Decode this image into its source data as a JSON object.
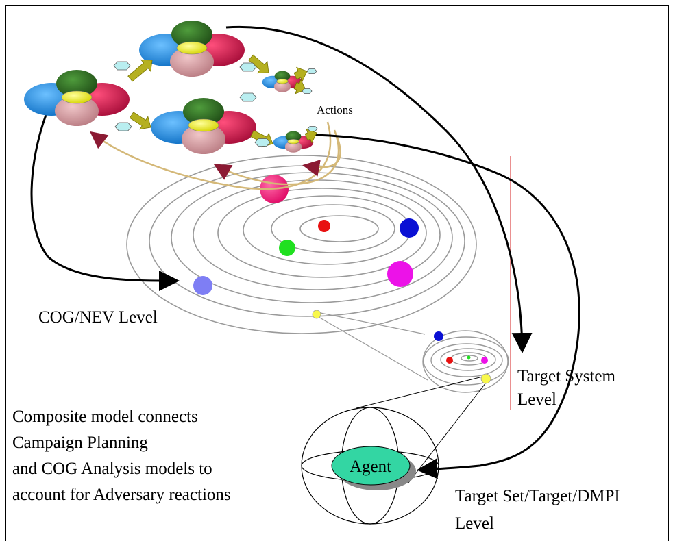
{
  "labels": {
    "actions": "Actions",
    "cog_nev_level": "COG/NEV Level",
    "target_system_level": [
      "Target System",
      "Level"
    ],
    "target_set_level": [
      "Target Set/Target/DMPI",
      "Level"
    ],
    "composite_text": [
      "Composite model connects",
      "Campaign Planning",
      "and COG Analysis models to",
      "account for Adversary reactions"
    ],
    "agent": "Agent"
  },
  "colors": {
    "blue_node": "#1f86d6",
    "crimson_node": "#c4124a",
    "green_node": "#2f6a22",
    "pink_node": "#d79aa0",
    "yellow_node": "#f0ee1c",
    "hexagon": "#b9eef0",
    "arrow_olive": "#b5b020",
    "feedback_tan": "#d4b878",
    "feedback_head": "#8b1a33",
    "agent_fill": "#33d6a3",
    "planet_magenta": "#f31778",
    "planet_red": "#e81111",
    "planet_blue": "#0a10d4",
    "planet_green": "#20e020",
    "planet_violet": "#ec12e8",
    "planet_periwinkle": "#7e7ef4",
    "planet_yellow": "#f8f84c",
    "divider_red": "#e06060"
  }
}
